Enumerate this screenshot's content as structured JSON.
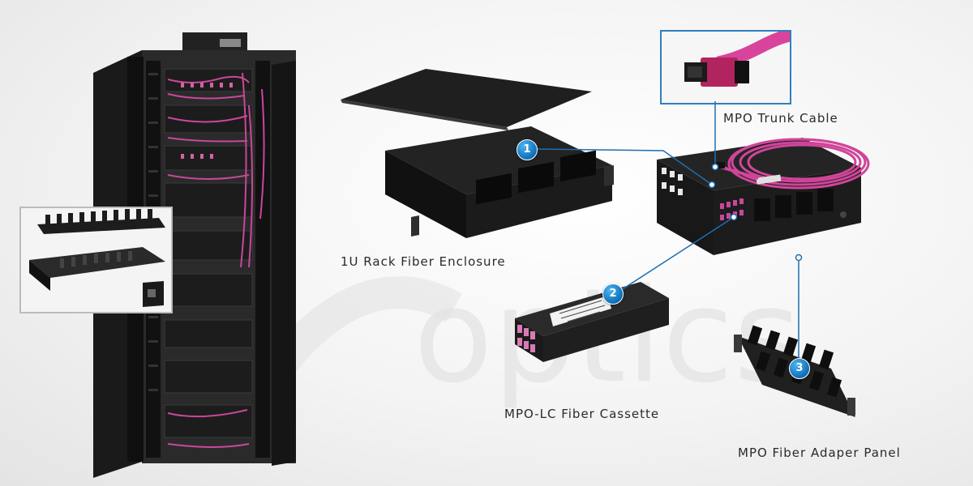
{
  "labels": {
    "enclosure": "1U Rack Fiber Enclosure",
    "trunk_cable": "MPO Trunk Cable",
    "cassette": "MPO-LC Fiber Cassette",
    "adapter_panel": "MPO Fiber Adaper Panel"
  },
  "callouts": [
    "1",
    "2",
    "3"
  ],
  "watermark": "optics",
  "colors": {
    "callout": "#1177c4",
    "leader_line": "#1e6fb3",
    "cable": "#d0459a",
    "hardware": "#1e1e1e"
  }
}
